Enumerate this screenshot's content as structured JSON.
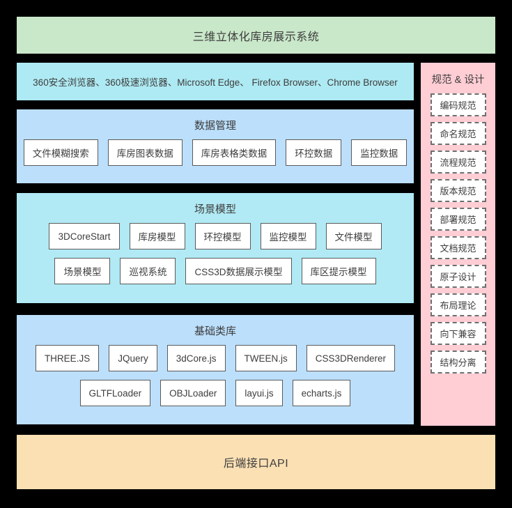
{
  "title": {
    "text": "三维立体化库房展示系统"
  },
  "browsers": {
    "text": "360安全浏览器、360极速浏览器、Microsoft Edge、 Firefox Browser、Chrome Browser"
  },
  "data_management": {
    "heading": "数据管理",
    "items": [
      "文件模糊搜索",
      "库房图表数据",
      "库房表格类数据",
      "环控数据",
      "监控数据"
    ]
  },
  "scene_model": {
    "heading": "场景模型",
    "row1": [
      "3DCoreStart",
      "库房模型",
      "环控模型",
      "监控模型",
      "文件模型"
    ],
    "row2": [
      "场景模型",
      "巡视系统",
      "CSS3D数据展示模型",
      "库区提示模型"
    ]
  },
  "base_library": {
    "heading": "基础类库",
    "row1": [
      "THREE.JS",
      "JQuery",
      "3dCore.js",
      "TWEEN.js",
      "CSS3DRenderer"
    ],
    "row2": [
      "GLTFLoader",
      "OBJLoader",
      "layui.js",
      "echarts.js"
    ]
  },
  "api": {
    "text": "后端接口API"
  },
  "spec_design": {
    "title": "规范 & 设计",
    "items": [
      "编码规范",
      "命名规范",
      "流程规范",
      "版本规范",
      "部署规范",
      "文档规范",
      "原子设计",
      "布局理论",
      "向下兼容",
      "结构分离"
    ]
  },
  "colors": {
    "background": "#000000",
    "title_band": "#c9e7c9",
    "browser_band": "#aeeaf3",
    "data_band": "#bcdffb",
    "scene_band": "#b1eaf4",
    "library_band": "#bcdffb",
    "api_band": "#fbe0b4",
    "spec_band": "#ffcdd4",
    "node_fill": "#ffffff",
    "node_border": "#5a5a5a",
    "text": "#3d3d3d"
  }
}
